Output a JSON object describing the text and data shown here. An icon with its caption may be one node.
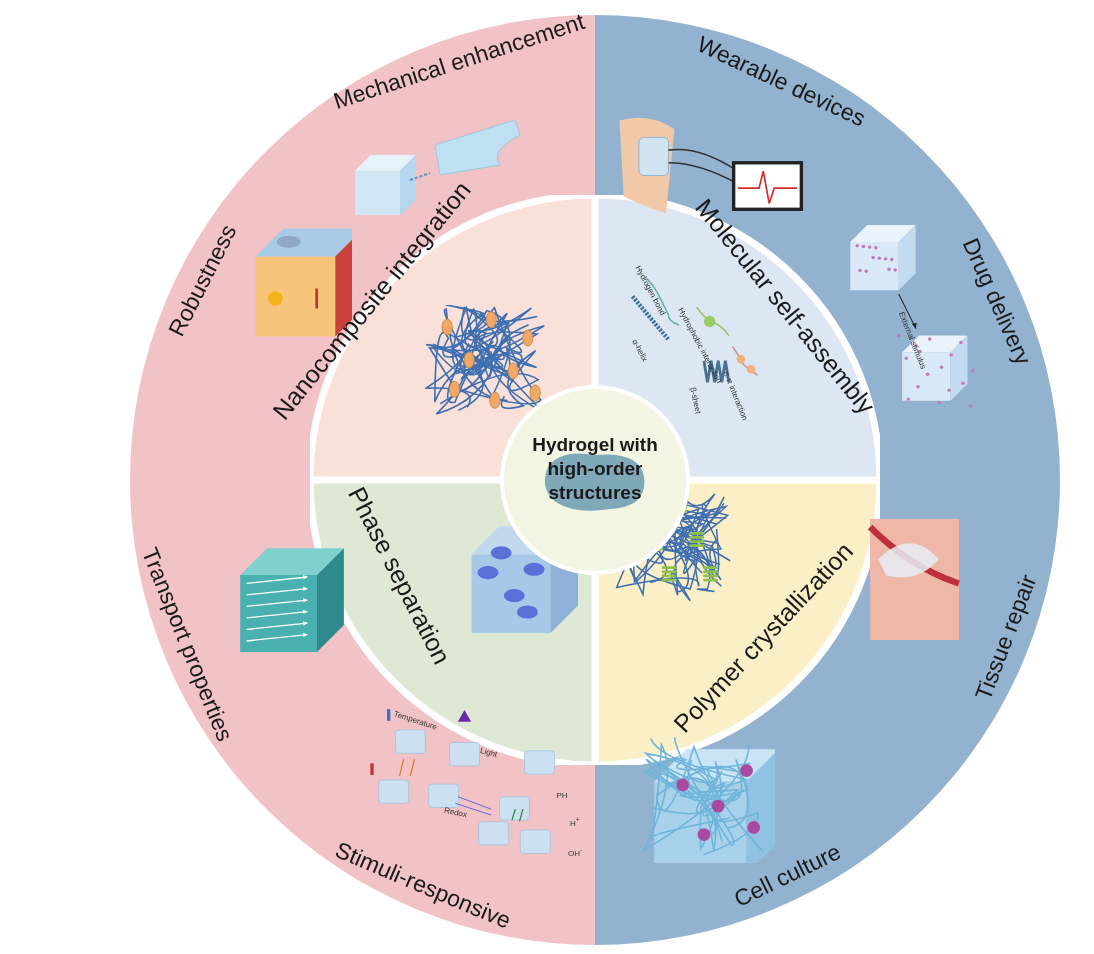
{
  "diagram": {
    "nodes": [
      {
        "text": [
          "Hydrogel with high-order structures"
        ]
      },
      {
        "text": [
          "Nanocomposite integration"
        ]
      },
      {
        "text": [
          "Molecular self-assembly"
        ]
      },
      {
        "text": [
          "Phase separation"
        ]
      },
      {
        "text": [
          "Polymer crystallization"
        ]
      },
      {
        "text": [
          "Mechanical enhancement"
        ]
      },
      {
        "text": [
          "Wearable devices"
        ]
      },
      {
        "text": [
          "Drug delivery"
        ]
      },
      {
        "text": [
          "Tissue repair"
        ]
      },
      {
        "text": [
          "Cell culture"
        ]
      },
      {
        "text": [
          "Stimuli-responsive"
        ]
      },
      {
        "text": [
          "Transport properties"
        ]
      },
      {
        "text": [
          "Robustness"
        ]
      }
    ],
    "edges": [],
    "labels": [
      "Hydrogen bond",
      "α-helix",
      "Hydrophobic interaction",
      "π-π interaction",
      "β-sheet",
      "External stimulus",
      "Temperature",
      "Light",
      "Redox",
      "PH",
      "H$^{+}$",
      "OH$^{-}$"
    ]
  }
}
